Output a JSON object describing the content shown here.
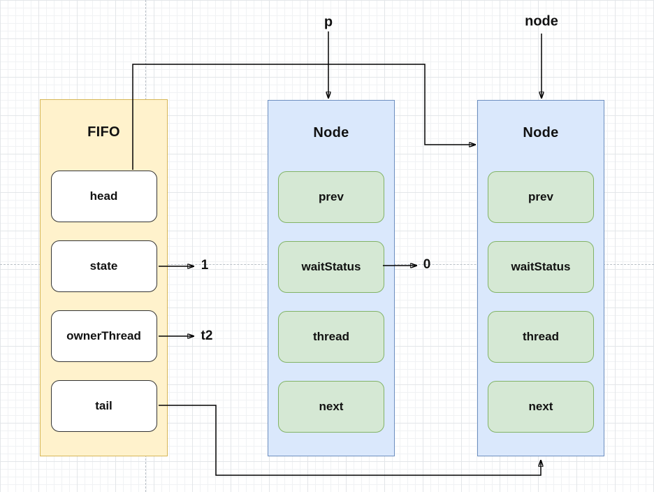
{
  "fifo": {
    "title": "FIFO",
    "fields": [
      {
        "label": "head"
      },
      {
        "label": "state"
      },
      {
        "label": "ownerThread"
      },
      {
        "label": "tail"
      }
    ]
  },
  "nodes": [
    {
      "title": "Node",
      "fields": [
        {
          "label": "prev"
        },
        {
          "label": "waitStatus"
        },
        {
          "label": "thread"
        },
        {
          "label": "next"
        }
      ]
    },
    {
      "title": "Node",
      "fields": [
        {
          "label": "prev"
        },
        {
          "label": "waitStatus"
        },
        {
          "label": "thread"
        },
        {
          "label": "next"
        }
      ]
    }
  ],
  "labels": {
    "p_pointer": "p",
    "node_pointer": "node",
    "state_value": "1",
    "owner_thread_value": "t2",
    "wait_status_value": "0"
  },
  "colors": {
    "fifo_fill": "#FFF2CC",
    "fifo_border": "#D6B656",
    "node_fill": "#DAE8FC",
    "node_border": "#6C8EBF",
    "field_green_fill": "#D5E8D4",
    "field_green_border": "#82B366",
    "field_white_fill": "#FFFFFF",
    "field_white_border": "#333333",
    "arrow": "#000000"
  }
}
